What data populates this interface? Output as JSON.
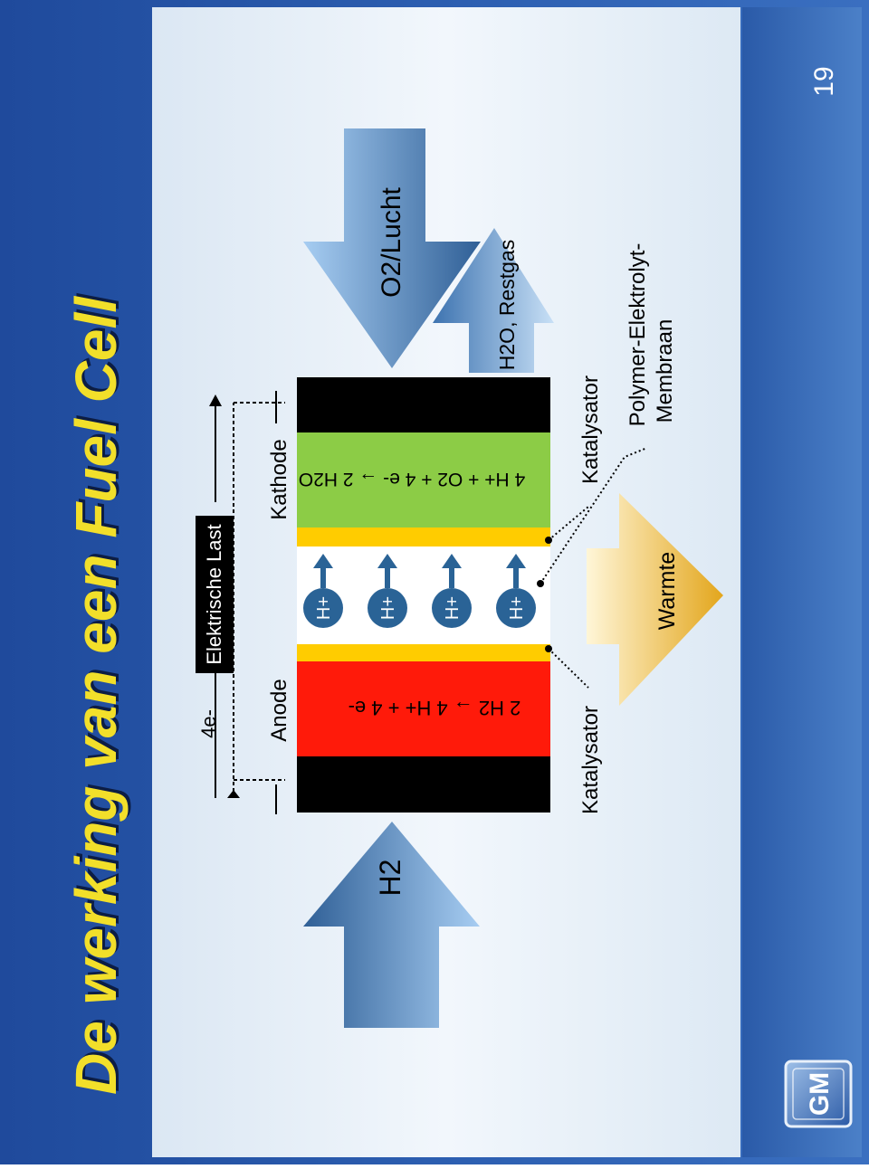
{
  "slide": {
    "title": "De werking van een Fuel Cell",
    "page_number": "19",
    "logo_text": "GM"
  },
  "circuit": {
    "electrons": "4e-",
    "load": "Elektrische Last"
  },
  "electrodes": {
    "anode": "Anode",
    "kathode": "Kathode"
  },
  "reactions": {
    "anode": "2 H2 → 4 H+ + 4 e-",
    "kathode": "4 H+ + O2 + 4 e- → 2 H2O"
  },
  "proton": "H+",
  "flows": {
    "hydrogen_in": "H2",
    "oxygen_in": "O2/Lucht",
    "exhaust": "H2O, Restgas",
    "heat": "Warmte"
  },
  "labels": {
    "katalysator_left": "Katalysator",
    "katalysator_right": "Katalysator",
    "membrane_line1": "Polymer-Elektrolyt-",
    "membrane_line2": "Membraan"
  },
  "colors": {
    "background_blue": "#2b56a8",
    "panel": "#e9f1f8",
    "anode_red": "#ff1a0a",
    "cathode_green": "#8ccc46",
    "catalyst_yellow": "#ffcc00",
    "proton_blue": "#2a6396",
    "heat_gold": "#e9b42a"
  }
}
